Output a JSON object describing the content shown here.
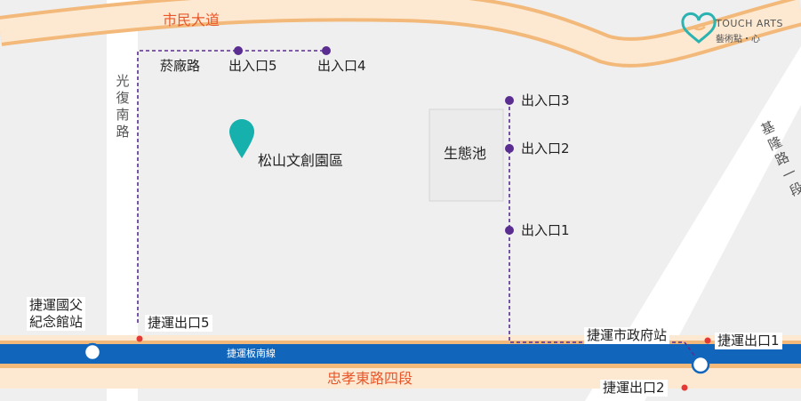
{
  "brand": {
    "name_en": "TOUCH ARTS",
    "name_zh": "藝術點・心",
    "logo_icon": "heart-logo-icon",
    "color": "#2ab3b1"
  },
  "roads": {
    "top": "市民大道",
    "bottom": "忠孝東路四段",
    "left": "光復南路",
    "right": "基隆路一段",
    "north_inner": "菸廠路"
  },
  "metro": {
    "line_name": "捷運板南線",
    "line_color": "#1166bb",
    "stations": [
      {
        "name": "捷運國父紀念館站",
        "lines": [
          "捷運國父",
          "紀念館站"
        ]
      },
      {
        "name": "捷運市政府站"
      }
    ],
    "exits": [
      "捷運出口5",
      "捷運出口1",
      "捷運出口2"
    ]
  },
  "park": {
    "name": "松山文創園區",
    "pin_icon": "location-pin-icon",
    "pin_color": "#16b0ad",
    "pond": "生態池"
  },
  "entrances": [
    "出入口1",
    "出入口2",
    "出入口3",
    "出入口4",
    "出入口5"
  ],
  "colors": {
    "road_orange": "#f2b97a",
    "road_label": "#e8572b",
    "route": "#5a2d91",
    "exit_dot": "#e53935"
  }
}
